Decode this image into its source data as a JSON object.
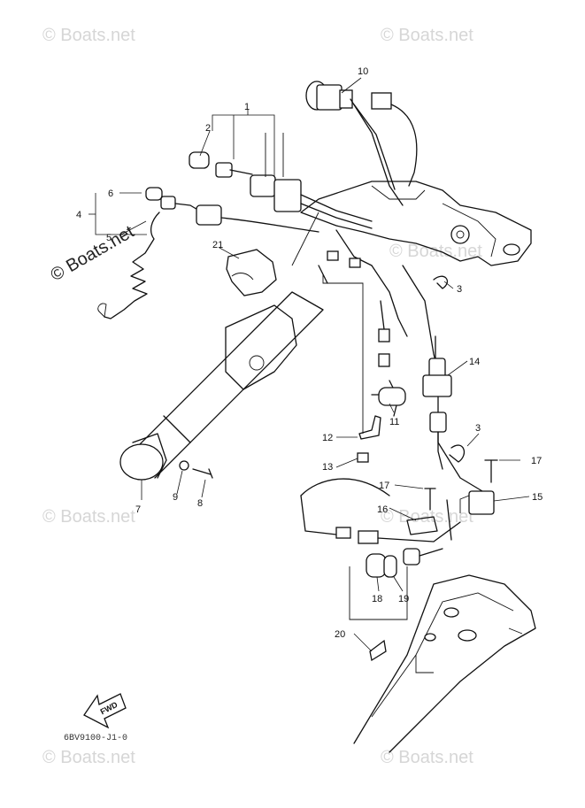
{
  "watermark_text": "© Boats.net",
  "diagram_code": "6BV9100-J1-0",
  "fwd_label": "FWD",
  "callouts": [
    {
      "id": "c1",
      "label": "1"
    },
    {
      "id": "c2",
      "label": "2"
    },
    {
      "id": "c3a",
      "label": "3"
    },
    {
      "id": "c3b",
      "label": "3"
    },
    {
      "id": "c4",
      "label": "4"
    },
    {
      "id": "c5",
      "label": "5"
    },
    {
      "id": "c6",
      "label": "6"
    },
    {
      "id": "c7",
      "label": "7"
    },
    {
      "id": "c8",
      "label": "8"
    },
    {
      "id": "c9",
      "label": "9"
    },
    {
      "id": "c10",
      "label": "10"
    },
    {
      "id": "c11",
      "label": "11"
    },
    {
      "id": "c12",
      "label": "12"
    },
    {
      "id": "c13",
      "label": "13"
    },
    {
      "id": "c14",
      "label": "14"
    },
    {
      "id": "c15",
      "label": "15"
    },
    {
      "id": "c16",
      "label": "16"
    },
    {
      "id": "c17a",
      "label": "17"
    },
    {
      "id": "c17b",
      "label": "17"
    },
    {
      "id": "c18",
      "label": "18"
    },
    {
      "id": "c19",
      "label": "19"
    },
    {
      "id": "c20",
      "label": "20"
    },
    {
      "id": "c21",
      "label": "21"
    }
  ]
}
